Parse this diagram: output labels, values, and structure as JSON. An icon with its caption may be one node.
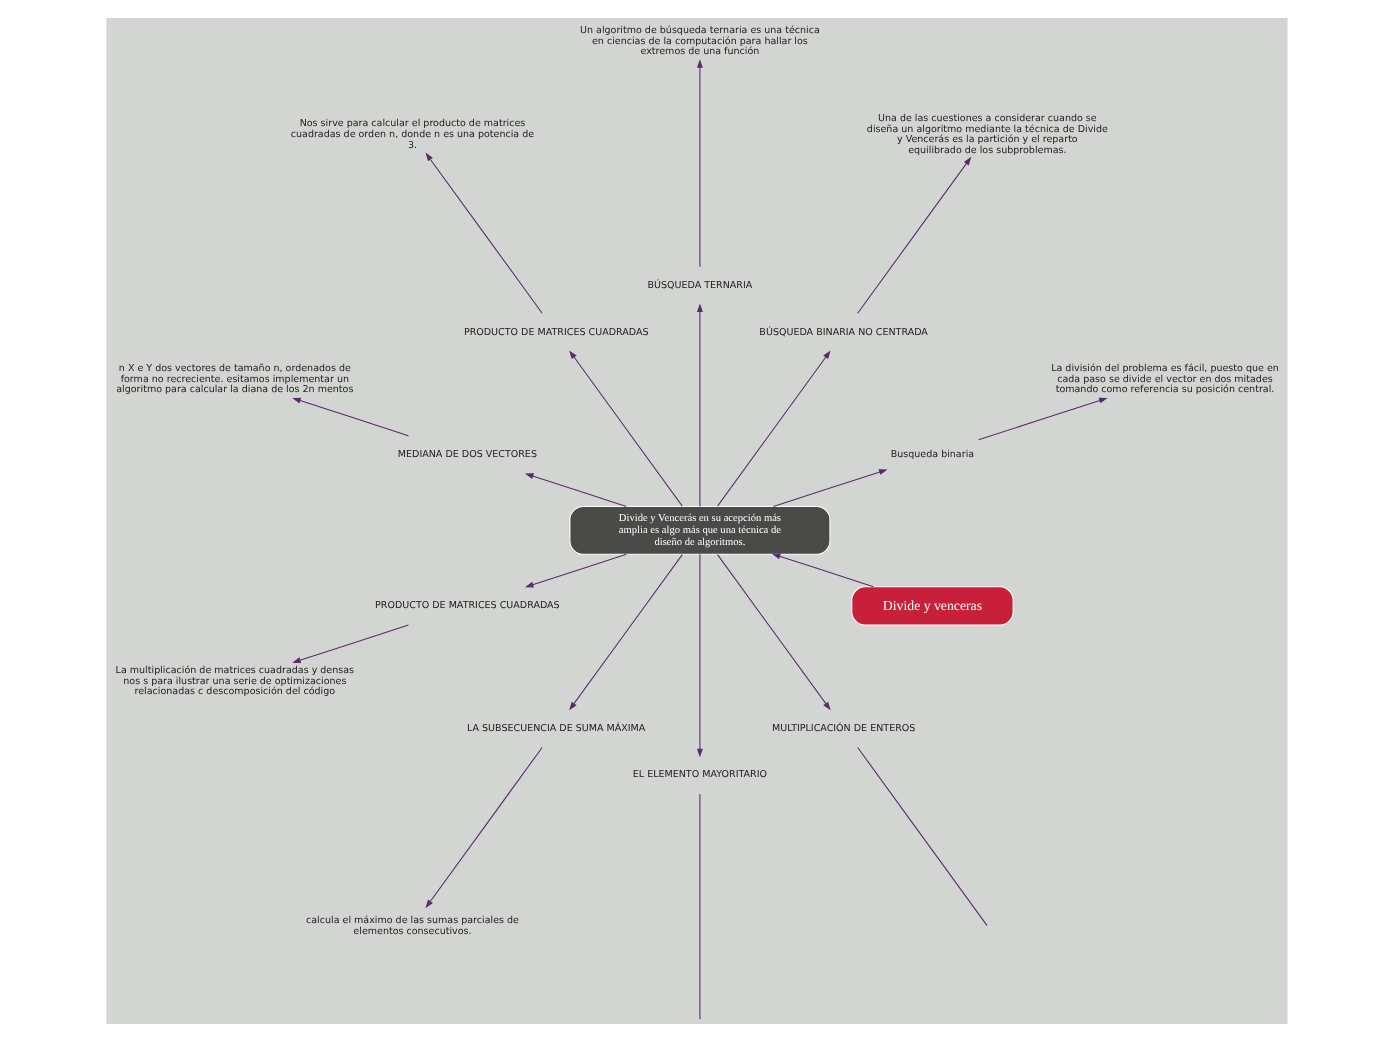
{
  "diagram": {
    "nodes": [
      {
        "text": [
          "Divide y venceras"
        ]
      },
      {
        "text": [
          "Divide y Vencerás en su acepción más amplia es algo más que una técnica de diseño de algoritmos."
        ]
      },
      {
        "text": [
          "Busqueda binaria"
        ]
      },
      {
        "text": [
          "La división del problema es fácil, puesto que en cada paso se divide el vector en dos mitades tomando como referencia su posición central."
        ]
      },
      {
        "text": [
          "BÚSQUEDA BINARIA NO CENTRADA"
        ]
      },
      {
        "text": [
          "Una de las cuestiones a considerar cuando se diseña un algoritmo mediante la técnica de Divide y Vencerás es la partición y el reparto equilibrado de los subproblemas."
        ]
      },
      {
        "text": [
          "BÚSQUEDA TERNARIA"
        ]
      },
      {
        "text": [
          "Un algoritmo de búsqueda ternaria es una técnica en ciencias de la computación para hallar los extremos de una función"
        ]
      },
      {
        "text": [
          "PRODUCTO DE MATRICES CUADRADAS"
        ]
      },
      {
        "text": [
          "Nos sirve para calcular el producto de matrices cuadradas de orden n, donde n es una potencia de 3."
        ]
      },
      {
        "text": [
          "MEDIANA DE DOS VECTORES"
        ]
      },
      {
        "text": [
          "n X e Y dos vectores de tamaño n, ordenados de forma no recreciente. esitamos implementar un algoritmo para calcular la diana de los 2n mentos"
        ]
      },
      {
        "text": [
          "PRODUCTO DE MATRICES CUADRADAS"
        ]
      },
      {
        "text": [
          "La multiplicación de matrices cuadradas y densas nos s para ilustrar una serie de optimizaciones relacionadas c descomposición del código"
        ]
      },
      {
        "text": [
          "LA SUBSECUENCIA DE SUMA MÁXIMA"
        ]
      },
      {
        "text": [
          "calcula el máximo de las sumas parciales de elementos consecutivos."
        ]
      },
      {
        "text": [
          "EL ELEMENTO MAYORITARIO"
        ]
      },
      {
        "text": [
          "MULTIPLICACIÓN DE ENTEROS"
        ]
      }
    ],
    "edges": [
      {
        "from": 0,
        "to": 1,
        "arrow": "to"
      },
      {
        "from": 1,
        "to": 2,
        "arrow": "to"
      },
      {
        "from": 2,
        "to": 3,
        "arrow": "to"
      },
      {
        "from": 1,
        "to": 4,
        "arrow": "to"
      },
      {
        "from": 4,
        "to": 5,
        "arrow": "to"
      },
      {
        "from": 1,
        "to": 6,
        "arrow": "to"
      },
      {
        "from": 6,
        "to": 7,
        "arrow": "to"
      },
      {
        "from": 1,
        "to": 8,
        "arrow": "to"
      },
      {
        "from": 8,
        "to": 9,
        "arrow": "to"
      },
      {
        "from": 1,
        "to": 10,
        "arrow": "to"
      },
      {
        "from": 10,
        "to": 11,
        "arrow": "to"
      },
      {
        "from": 1,
        "to": 12,
        "arrow": "to"
      },
      {
        "from": 12,
        "to": 13,
        "arrow": "to"
      },
      {
        "from": 1,
        "to": 14,
        "arrow": "to"
      },
      {
        "from": 14,
        "to": 15,
        "arrow": "to"
      },
      {
        "from": 1,
        "to": 16,
        "arrow": "to"
      },
      {
        "from": 16,
        "to": null,
        "arrow": "none"
      },
      {
        "from": 1,
        "to": 17,
        "arrow": "to"
      },
      {
        "from": 17,
        "to": null,
        "arrow": "none"
      }
    ]
  }
}
